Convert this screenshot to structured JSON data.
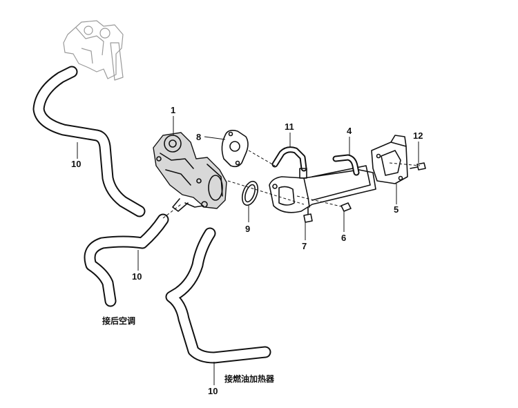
{
  "callouts": {
    "c1": "1",
    "c4": "4",
    "c5": "5",
    "c6": "6",
    "c7": "7",
    "c8": "8",
    "c9": "9",
    "c10a": "10",
    "c10b": "10",
    "c10c": "10",
    "c11": "11",
    "c12": "12"
  },
  "notes": {
    "rear_ac": "接后空调",
    "fuel_heater": "接燃油加热器"
  }
}
